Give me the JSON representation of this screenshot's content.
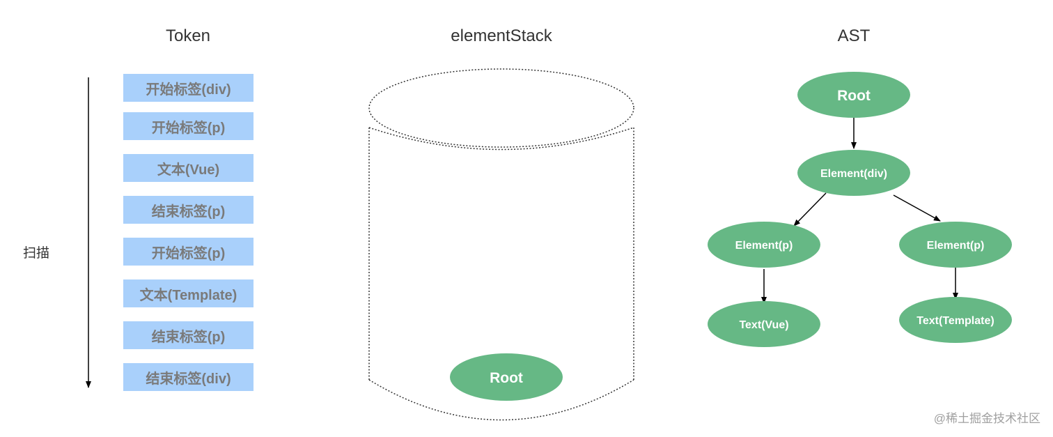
{
  "headings": {
    "token": "Token",
    "stack": "elementStack",
    "ast": "AST"
  },
  "scan_label": "扫描",
  "tokens": [
    "开始标签(div)",
    "开始标签(p)",
    "文本(Vue)",
    "结束标签(p)",
    "开始标签(p)",
    "文本(Template)",
    "结束标签(p)",
    "结束标签(div)"
  ],
  "stack": {
    "items": [
      "Root"
    ]
  },
  "ast": {
    "nodes": {
      "root": "Root",
      "div": "Element(div)",
      "p1": "Element(p)",
      "p2": "Element(p)",
      "text1": "Text(Vue)",
      "text2": "Text(Template)"
    }
  },
  "colors": {
    "token_fill": "#a9d0fb",
    "token_text": "#7a7a7a",
    "node_fill": "#66b885",
    "node_text": "#ffffff"
  },
  "watermark": "@稀土掘金技术社区"
}
